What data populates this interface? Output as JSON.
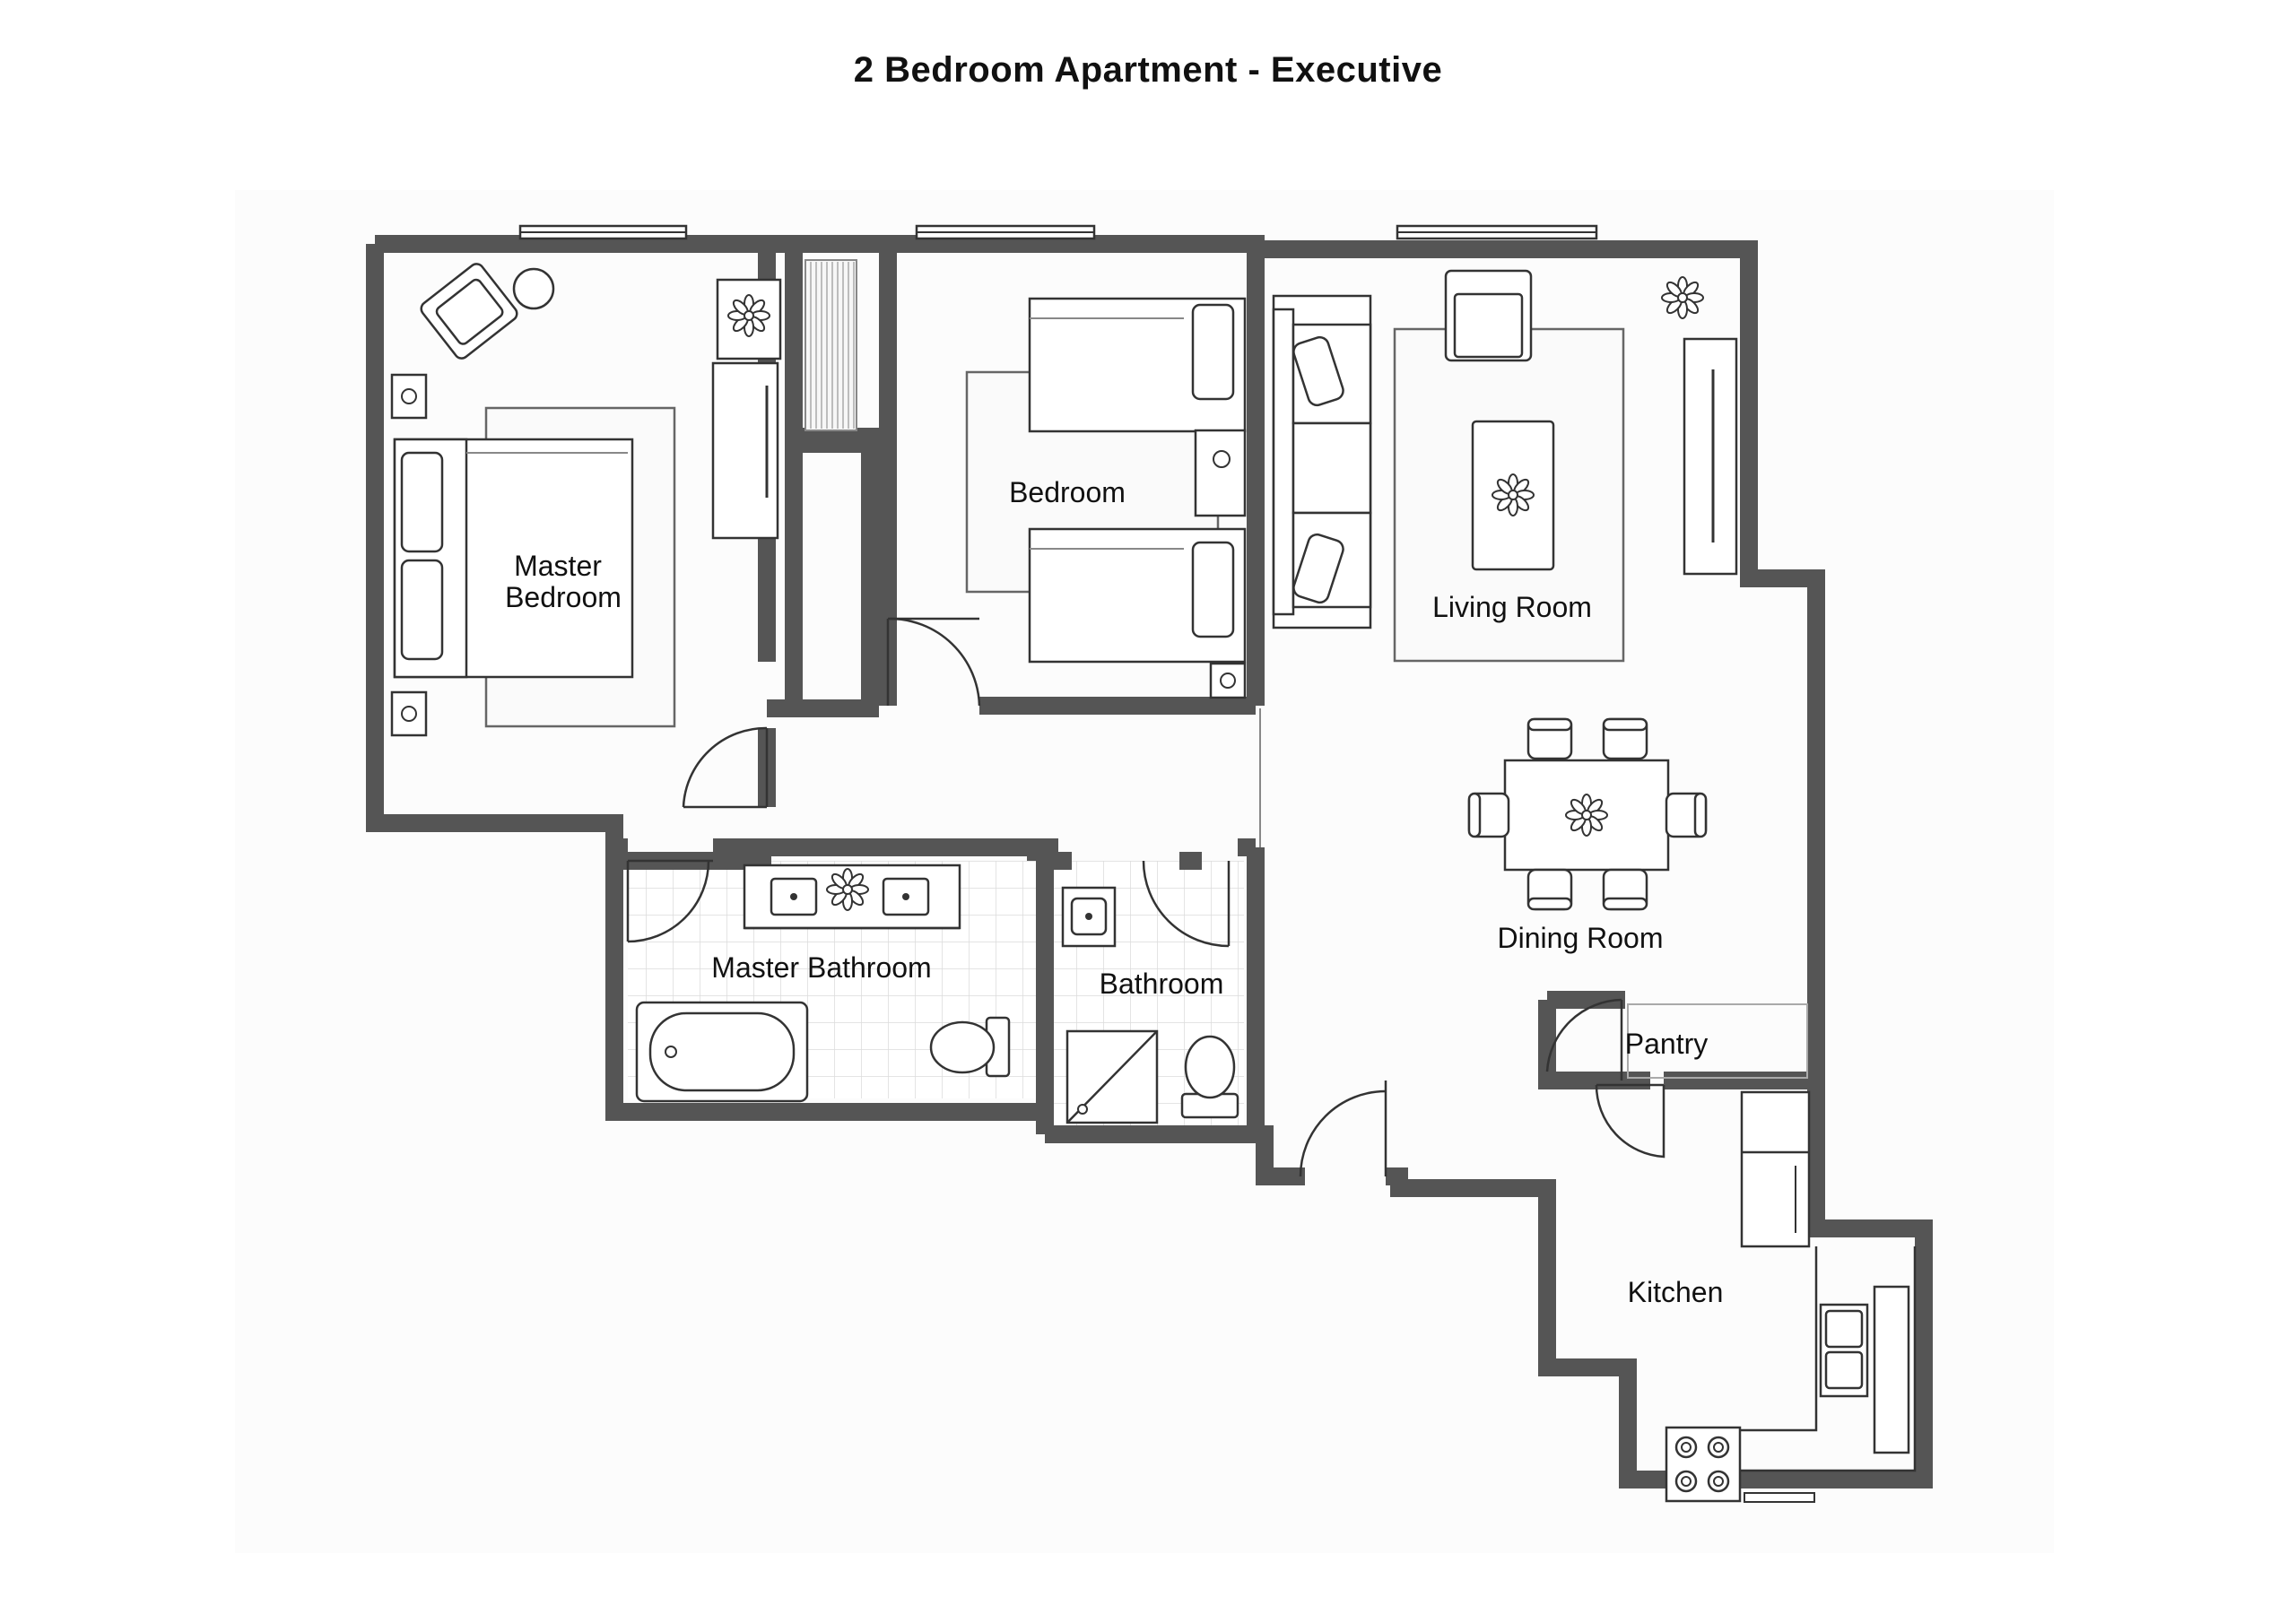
{
  "title": "2 Bedroom Apartment - Executive",
  "rooms": {
    "master_bedroom_line1": "Master",
    "master_bedroom_line2": "Bedroom",
    "bedroom": "Bedroom",
    "living_room": "Living Room",
    "dining_room": "Dining Room",
    "master_bathroom": "Master Bathroom",
    "bathroom": "Bathroom",
    "pantry": "Pantry",
    "kitchen": "Kitchen"
  },
  "colors": {
    "wall": "#555555",
    "line": "#333333",
    "background": "#ffffff"
  },
  "icons": [
    "window-icon",
    "door-icon",
    "bed-icon",
    "armchair-icon",
    "sofa-icon",
    "plant-icon",
    "table-icon",
    "chair-icon",
    "bathtub-icon",
    "toilet-icon",
    "sink-icon",
    "shower-icon",
    "stove-icon",
    "nightstand-icon",
    "wardrobe-icon"
  ]
}
